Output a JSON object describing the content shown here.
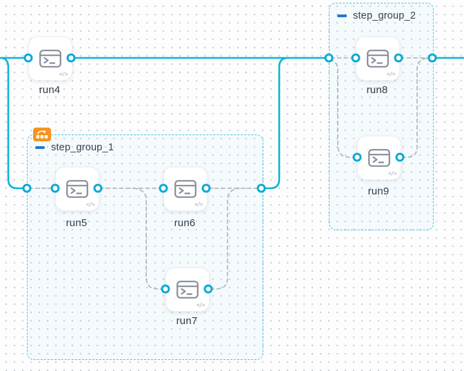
{
  "groups": [
    {
      "label": "step_group_1",
      "collapse_icon": "minus-icon",
      "badge_icon": "loop-bricks-icon"
    },
    {
      "label": "step_group_2",
      "collapse_icon": "minus-icon"
    }
  ],
  "nodes": [
    {
      "label": "run4",
      "icon": "terminal-icon",
      "corner_icon": "code-icon",
      "corner_glyph": "</>"
    },
    {
      "label": "run5",
      "icon": "terminal-icon",
      "corner_icon": "code-icon",
      "corner_glyph": "</>"
    },
    {
      "label": "run6",
      "icon": "terminal-icon",
      "corner_icon": "code-icon",
      "corner_glyph": "</>"
    },
    {
      "label": "run7",
      "icon": "terminal-icon",
      "corner_icon": "code-icon",
      "corner_glyph": "</>"
    },
    {
      "label": "run8",
      "icon": "terminal-icon",
      "corner_icon": "code-icon",
      "corner_glyph": "</>"
    },
    {
      "label": "run9",
      "icon": "terminal-icon",
      "corner_icon": "code-icon",
      "corner_glyph": "</>"
    }
  ],
  "edges": {
    "solid": [
      "canvas-left -> run4.in",
      "canvas-left -> step_group_1.in",
      "run4.out -> step_group_2.in",
      "step_group_1.out -> step_group_2.in",
      "step_group_2.out -> canvas-right"
    ],
    "dashed": [
      "step_group_1.in -> run5.in",
      "run5.out -> run6.in",
      "run5.out -> run7.in",
      "run6.out -> step_group_1.out",
      "run7.out -> step_group_1.out",
      "step_group_2.in -> run8.in",
      "step_group_2.in -> run9.in",
      "run8.out -> step_group_2.out",
      "run9.out -> step_group_2.out"
    ]
  },
  "colors": {
    "edge_solid": "#0ab5d9",
    "edge_dashed": "#b3b9c2",
    "group_border": "#41c7e8",
    "port_ring": "#0aaad8",
    "group_badge_bg": "#f6941f",
    "collapse_icon": "#2277cb",
    "node_label_text": "#333b48",
    "group_label_text": "#3a4150"
  }
}
